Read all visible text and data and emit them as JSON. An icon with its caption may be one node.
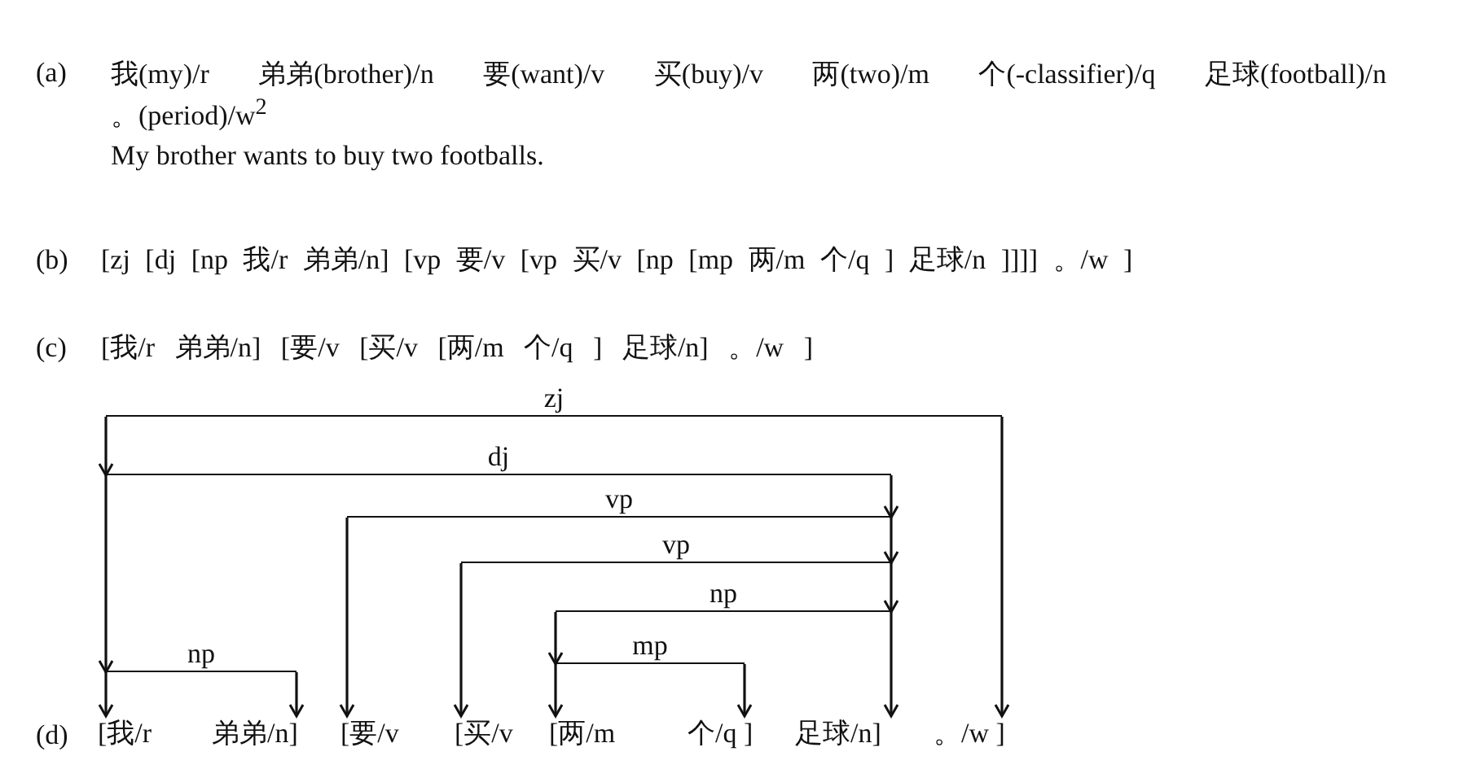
{
  "diagram": {
    "nodes": [
      {
        "text": [
          "zj"
        ]
      },
      {
        "text": [
          "dj"
        ]
      },
      {
        "text": [
          "vp"
        ]
      },
      {
        "text": [
          "vp"
        ]
      },
      {
        "text": [
          "np"
        ]
      },
      {
        "text": [
          "np"
        ]
      },
      {
        "text": [
          "mp"
        ]
      },
      {
        "text": [
          "[我/r"
        ]
      },
      {
        "text": [
          "弟弟/n]"
        ]
      },
      {
        "text": [
          "[要/v"
        ]
      },
      {
        "text": [
          "[买/v"
        ]
      },
      {
        "text": [
          "[两/m"
        ]
      },
      {
        "text": [
          "个/q ]"
        ]
      },
      {
        "text": [
          "足球/n]"
        ]
      },
      {
        "text": [
          "。/w ]"
        ]
      }
    ],
    "edges": [
      {
        "from": 0,
        "to": 14,
        "arrow": "to"
      },
      {
        "from": 0,
        "to": 1,
        "arrow": "to"
      },
      {
        "from": 1,
        "to": 5,
        "arrow": "to"
      },
      {
        "from": 1,
        "to": 2,
        "arrow": "to"
      },
      {
        "from": 2,
        "to": 9,
        "arrow": "to"
      },
      {
        "from": 2,
        "to": 3,
        "arrow": "to"
      },
      {
        "from": 3,
        "to": 10,
        "arrow": "to"
      },
      {
        "from": 3,
        "to": 4,
        "arrow": "to"
      },
      {
        "from": 4,
        "to": 6,
        "arrow": "to"
      },
      {
        "from": 4,
        "to": 13,
        "arrow": "to"
      },
      {
        "from": 6,
        "to": 11,
        "arrow": "to"
      },
      {
        "from": 6,
        "to": 12,
        "arrow": "to"
      },
      {
        "from": 5,
        "to": 7,
        "arrow": "to"
      },
      {
        "from": 5,
        "to": 8,
        "arrow": "to"
      }
    ],
    "labels": [
      "(a)",
      "我(my)/r 弟弟(brother)/n 要(want)/v 买(buy)/v 两(two)/m 个(-classifier)/q 足球(football)/n 。(period)/w$^{2}$",
      "My brother wants to buy two footballs.",
      "(b)",
      "[zj [dj [np 我/r 弟弟/n] [vp 要/v [vp 买/v [np [mp 两/m 个/q ] 足球/n ]]]] 。/w ]",
      "(c)",
      "[我/r 弟弟/n] [要/v [买/v [两/m 个/q ] 足球/n] 。/w ]",
      "(d)"
    ]
  }
}
